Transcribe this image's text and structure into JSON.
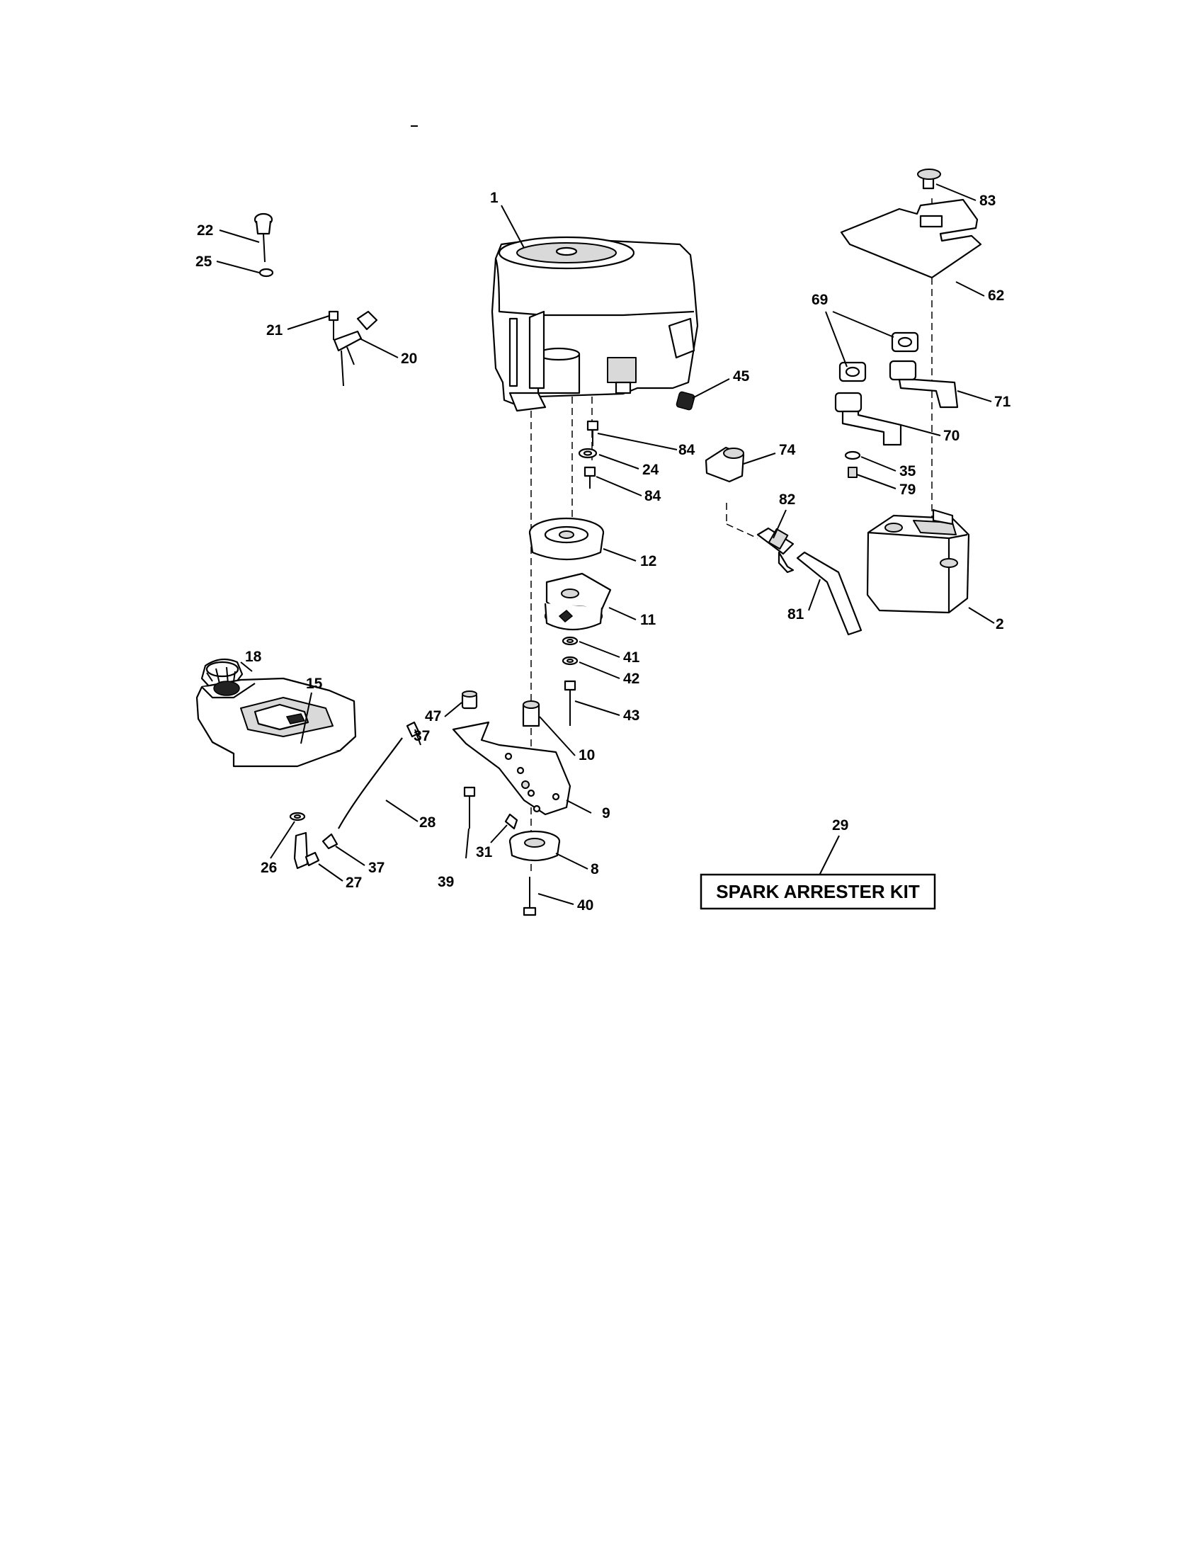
{
  "labels": {
    "l1": "1",
    "l2": "2",
    "l8": "8",
    "l9": "9",
    "l10": "10",
    "l11": "11",
    "l12": "12",
    "l15": "15",
    "l18": "18",
    "l20": "20",
    "l21": "21",
    "l22": "22",
    "l24": "24",
    "l25": "25",
    "l26": "26",
    "l27": "27",
    "l28": "28",
    "l29": "29",
    "l31": "31",
    "l35": "35",
    "l37a": "37",
    "l37b": "37",
    "l39": "39",
    "l40": "40",
    "l41": "41",
    "l42": "42",
    "l43": "43",
    "l45": "45",
    "l47": "47",
    "l62": "62",
    "l69": "69",
    "l70": "70",
    "l71": "71",
    "l74": "74",
    "l79": "79",
    "l81": "81",
    "l82": "82",
    "l83": "83",
    "l84a": "84",
    "l84b": "84"
  },
  "kit": {
    "text": "SPARK ARRESTER KIT"
  }
}
